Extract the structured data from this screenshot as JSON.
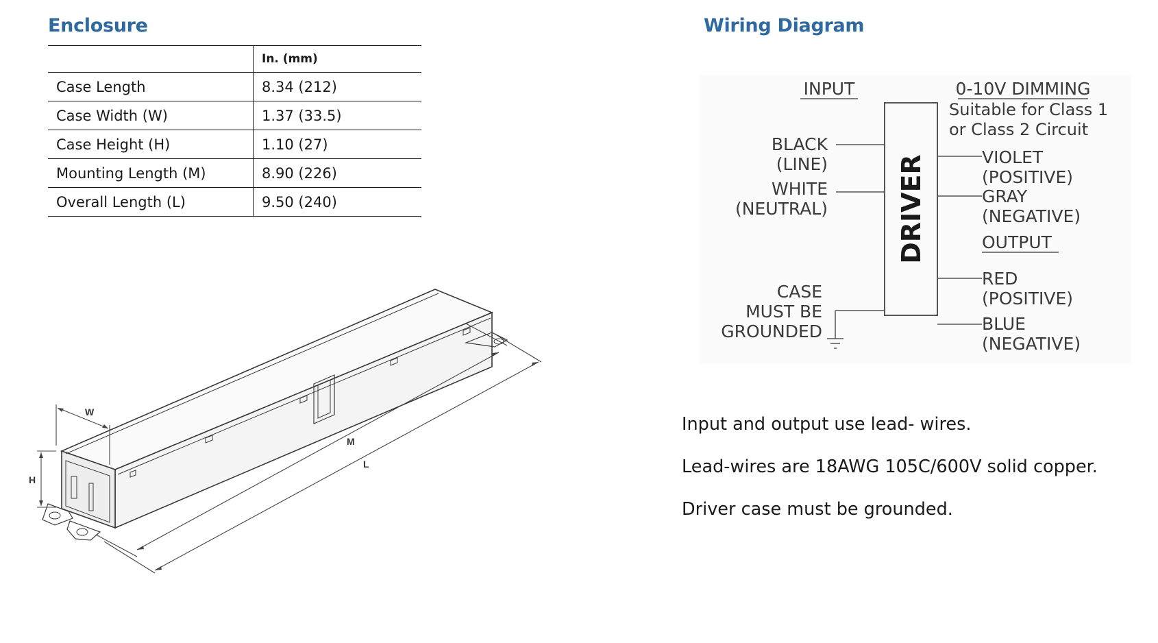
{
  "enclosure": {
    "title": "Enclosure",
    "unit_header": "In. (mm)",
    "rows": [
      {
        "label": "Case Length",
        "value": "8.34 (212)"
      },
      {
        "label": "Case Width (W)",
        "value": "1.37 (33.5)"
      },
      {
        "label": "Case Height (H)",
        "value": "1.10 (27)"
      },
      {
        "label": "Mounting Length (M)",
        "value": "8.90 (226)"
      },
      {
        "label": "Overall Length (L)",
        "value": "9.50 (240)"
      }
    ],
    "drawing_labels": {
      "w": "W",
      "h": "H",
      "m": "M",
      "l": "L"
    }
  },
  "wiring": {
    "title": "Wiring Diagram",
    "input_heading": "INPUT",
    "dimming_heading": "0-10V DIMMING",
    "dimming_note_1": "Suitable for Class 1",
    "dimming_note_2": "or Class 2 Circuit",
    "black": "BLACK",
    "line": "(LINE)",
    "white": "WHITE",
    "neutral": "(NEUTRAL)",
    "case_1": "CASE",
    "case_2": "MUST BE",
    "case_3": "GROUNDED",
    "driver": "DRIVER",
    "violet": "VIOLET",
    "violet_pol": "(POSITIVE)",
    "gray": "GRAY",
    "gray_pol": "(NEGATIVE)",
    "output_heading": "OUTPUT",
    "red": "RED",
    "red_pol": "(POSITIVE)",
    "blue": "BLUE",
    "blue_pol": "(NEGATIVE)"
  },
  "notes": [
    "Input and output use lead- wires.",
    "Lead-wires are 18AWG 105C/600V solid copper.",
    "Driver case must be grounded."
  ]
}
